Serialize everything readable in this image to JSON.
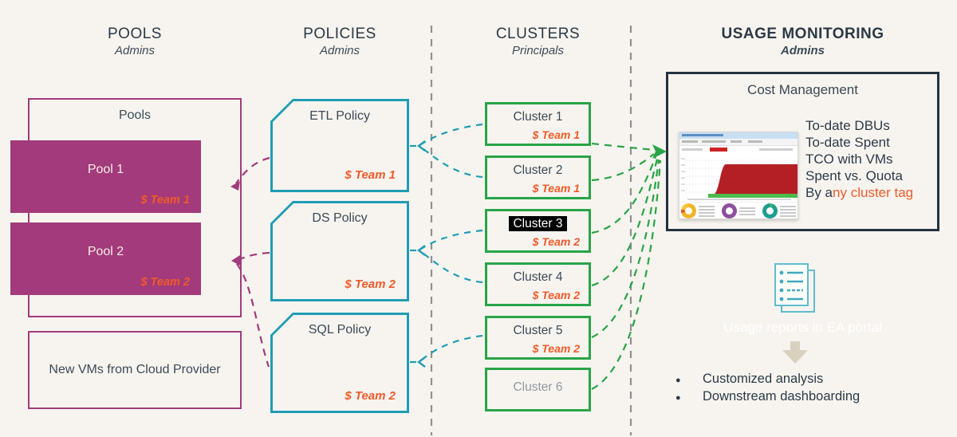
{
  "columns": {
    "pools": {
      "title": "POOLS",
      "subtitle": "Admins"
    },
    "policies": {
      "title": "POLICIES",
      "subtitle": "Admins"
    },
    "clusters": {
      "title": "CLUSTERS",
      "subtitle": "Principals"
    },
    "usage": {
      "title": "USAGE MONITORING",
      "subtitle": "Admins"
    }
  },
  "pools": {
    "container_label": "Pools",
    "items": [
      {
        "label": "Pool 1",
        "tag": "$ Team 1"
      },
      {
        "label": "Pool 2",
        "tag": "$ Team 2"
      }
    ],
    "new_vms_label": "New VMs from Cloud Provider"
  },
  "policies": {
    "items": [
      {
        "label": "ETL Policy",
        "tag": "$ Team 1"
      },
      {
        "label": "DS Policy",
        "tag": "$ Team 2"
      },
      {
        "label": "SQL Policy",
        "tag": "$ Team 2"
      }
    ]
  },
  "clusters": {
    "items": [
      {
        "label": "Cluster 1",
        "tag": "$ Team 1",
        "highlighted": false
      },
      {
        "label": "Cluster 2",
        "tag": "$ Team 1",
        "highlighted": false
      },
      {
        "label": "Cluster 3",
        "tag": "$ Team 2",
        "highlighted": true
      },
      {
        "label": "Cluster 4",
        "tag": "$ Team 2",
        "highlighted": false
      },
      {
        "label": "Cluster 5",
        "tag": "$ Team 2",
        "highlighted": false
      },
      {
        "label": "Cluster 6",
        "highlighted": false
      }
    ]
  },
  "usage": {
    "box_title": "Cost Management",
    "metrics": [
      "To-date DBUs",
      "To-date Spent",
      "TCO with VMs",
      "Spent vs. Quota"
    ],
    "last_metric_dark": "By a",
    "last_metric_orange": "ny cluster tag",
    "report_caption": "Usage reports in EA portal",
    "bullets": [
      "Customized analysis",
      "Downstream dashboarding"
    ]
  },
  "connections": {
    "policy_to_pool": [
      {
        "from": "ETL Policy",
        "to": "Pool 1"
      },
      {
        "from": "DS Policy",
        "to": "Pool 2"
      },
      {
        "from": "SQL Policy",
        "to": "Pool 2"
      }
    ],
    "cluster_to_policy": [
      {
        "from": "Cluster 1",
        "to": "ETL Policy"
      },
      {
        "from": "Cluster 2",
        "to": "ETL Policy"
      },
      {
        "from": "Cluster 3",
        "to": "DS Policy"
      },
      {
        "from": "Cluster 4",
        "to": "DS Policy"
      },
      {
        "from": "Cluster 5",
        "to": "SQL Policy"
      }
    ],
    "cluster_to_usage": [
      "Cluster 1",
      "Cluster 2",
      "Cluster 3",
      "Cluster 4",
      "Cluster 5",
      "Cluster 6"
    ]
  },
  "colors": {
    "background": "#f7f4ef",
    "magenta": "#a23a7b",
    "teal": "#1f9db4",
    "green": "#28a447",
    "orange": "#f15a29",
    "navy": "#24323f",
    "separator_gray": "#909090",
    "arrow_beige": "#d9d1c0"
  }
}
